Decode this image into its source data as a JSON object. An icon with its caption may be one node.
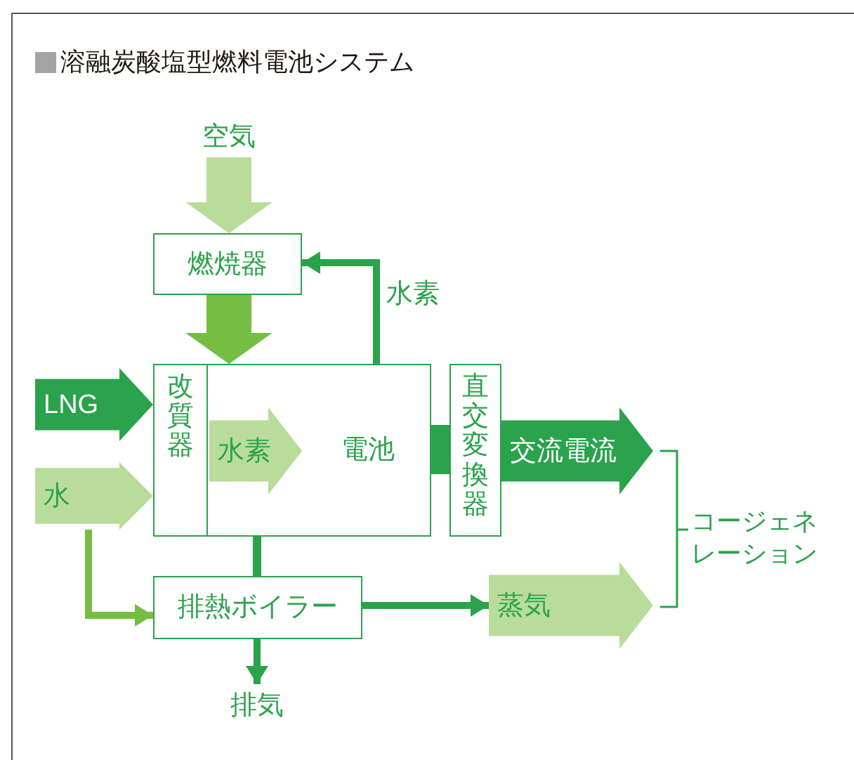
{
  "diagram": {
    "title": "溶融炭酸塩型燃料電池システム",
    "nodes": [
      {
        "text": [
          "空気"
        ]
      },
      {
        "text": [
          "燃焼器"
        ]
      },
      {
        "text": [
          "電池"
        ]
      },
      {
        "text": [
          "改質器"
        ],
        "in": 2
      },
      {
        "text": [
          "水素"
        ],
        "in": 2
      },
      {
        "text": [
          "LNG"
        ]
      },
      {
        "text": [
          "水"
        ]
      },
      {
        "text": [
          "直交変換器"
        ]
      },
      {
        "text": [
          "交流電流"
        ]
      },
      {
        "text": [
          "排熱ボイラー"
        ]
      },
      {
        "text": [
          "蒸気"
        ]
      },
      {
        "text": [
          "排気"
        ]
      }
    ],
    "edges": [
      {
        "from": 0,
        "to": 1,
        "arrow": "to",
        "style": "thick",
        "color": "#b9dc9b"
      },
      {
        "from": 1,
        "to": 2,
        "arrow": "to",
        "style": "thick",
        "color": "#76bd43"
      },
      {
        "from": 2,
        "to": 1,
        "arrow": "to",
        "label": "水素"
      },
      {
        "from": 2,
        "to": 9,
        "arrow": "none"
      },
      {
        "from": 6,
        "to": 9,
        "arrow": "to",
        "color": "#76bd43"
      },
      {
        "from": 9,
        "to": 10,
        "arrow": "to"
      },
      {
        "from": 9,
        "to": 11,
        "arrow": "to"
      },
      {
        "from": 2,
        "to": 7,
        "arrow": "none",
        "style": "thick"
      }
    ],
    "labels": [
      "コージェネレーション"
    ]
  }
}
